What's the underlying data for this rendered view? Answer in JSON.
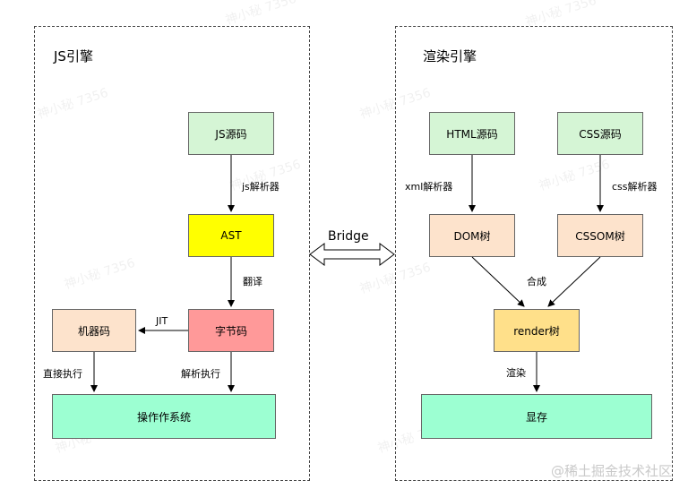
{
  "left_panel": {
    "title": "JS引擎"
  },
  "right_panel": {
    "title": "渲染引擎"
  },
  "bridge": {
    "label": "Bridge"
  },
  "nodes": {
    "js_source": "JS源码",
    "ast": "AST",
    "bytecode": "字节码",
    "machine_code": "机器码",
    "os": "操作作系统",
    "html_source": "HTML源码",
    "css_source": "CSS源码",
    "dom_tree": "DOM树",
    "cssom_tree": "CSSOM树",
    "render_tree": "render树",
    "display": "显存"
  },
  "edge_labels": {
    "js_parser": "js解析器",
    "translate": "翻译",
    "jit": "JIT",
    "direct_exec": "直接执行",
    "parse_exec": "解析执行",
    "xml_parser": "xml解析器",
    "css_parser": "css解析器",
    "compose": "合成",
    "render": "渲染"
  },
  "watermark": {
    "text": "@稀土掘金技术社区",
    "faint": "神小秘 7356"
  },
  "colors": {
    "green": "#d5f5d5",
    "yellow": "#ffff00",
    "red": "#ff9999",
    "peach": "#fde3cc",
    "mint": "#9cffd2",
    "orange": "#ffe08a"
  }
}
